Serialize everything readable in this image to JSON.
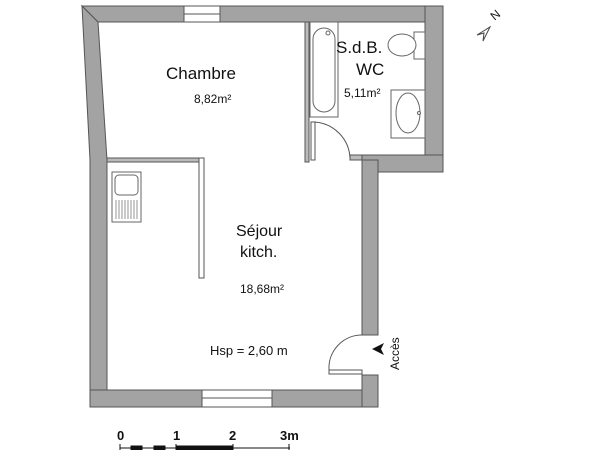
{
  "rooms": [
    {
      "id": "chambre",
      "name": "Chambre",
      "area": "8,82m²"
    },
    {
      "id": "sdb",
      "name_line1": "S.d.B.",
      "name_line2": "WC",
      "area": "5,11m²"
    },
    {
      "id": "sejour",
      "name_line1": "Séjour",
      "name_line2": "kitch.",
      "area": "18,68m²"
    }
  ],
  "ceiling_height": "Hsp = 2,60 m",
  "access_label": "Accès",
  "compass": {
    "label": "N"
  },
  "scale_bar": {
    "ticks": [
      "0",
      "1",
      "2",
      "3m"
    ]
  },
  "colors": {
    "wall": "#a3a3a3",
    "wall_stroke": "#555555",
    "fixture": "#666666"
  }
}
